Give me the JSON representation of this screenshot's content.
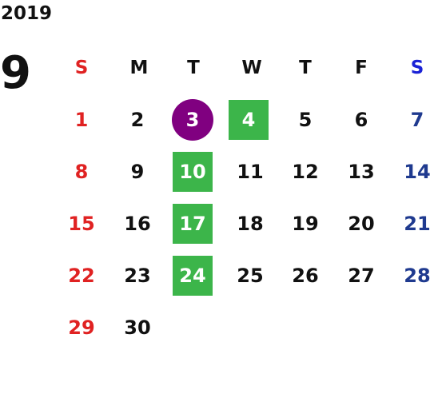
{
  "year": "2019",
  "month": "9",
  "weekdays": [
    "S",
    "M",
    "T",
    "W",
    "T",
    "F",
    "S"
  ],
  "weeks": [
    [
      "",
      "",
      "",
      "",
      "",
      "",
      ""
    ],
    [
      "1",
      "2",
      "3",
      "4",
      "5",
      "6",
      "7"
    ],
    [
      "8",
      "9",
      "10",
      "11",
      "12",
      "13",
      "14"
    ],
    [
      "15",
      "16",
      "17",
      "18",
      "19",
      "20",
      "21"
    ],
    [
      "22",
      "23",
      "24",
      "25",
      "26",
      "27",
      "28"
    ],
    [
      "29",
      "30",
      "",
      "",
      "",
      "",
      ""
    ]
  ],
  "colors": {
    "sunday": "#e02222",
    "saturday_header": "#1a22d6",
    "saturday": "#1f3a8f",
    "highlight_green": "#3cb54a",
    "today_circle": "#800080"
  },
  "highlighted_green_dates": [
    "4",
    "10",
    "17",
    "24"
  ],
  "today_date": "3"
}
